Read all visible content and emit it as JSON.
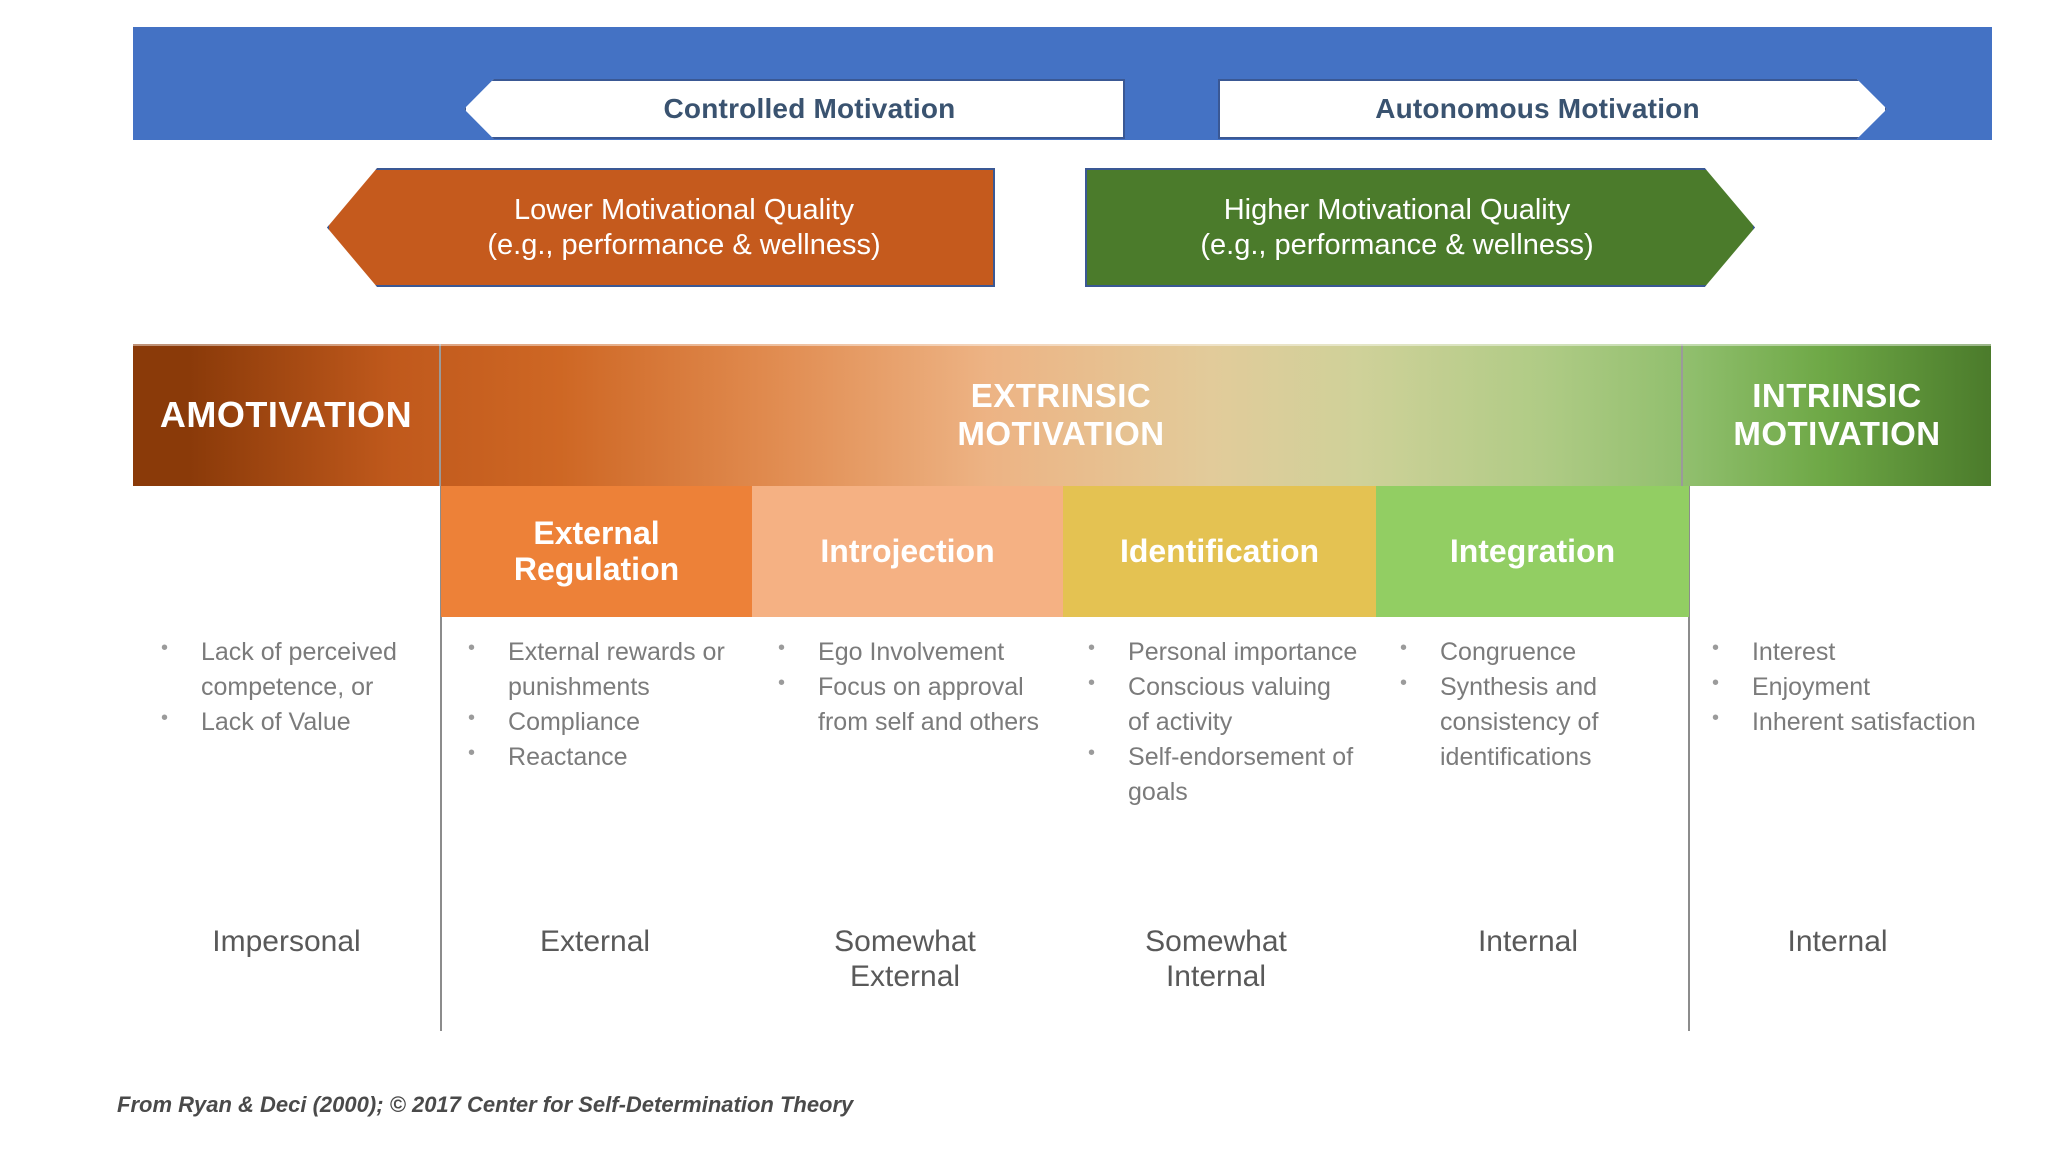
{
  "banner": {
    "background_color": "#4472C4",
    "left_chevron": {
      "label": "Controlled Motivation",
      "direction": "left"
    },
    "right_chevron": {
      "label": "Autonomous Motivation",
      "direction": "right"
    }
  },
  "quality": {
    "lower": {
      "line1": "Lower Motivational Quality",
      "line2": "(e.g., performance & wellness)",
      "color": "#C55A1D",
      "direction": "left"
    },
    "higher": {
      "line1": "Higher Motivational Quality",
      "line2": "(e.g., performance & wellness)",
      "color": "#4B7B2B",
      "direction": "right"
    }
  },
  "continuum": {
    "amotivation": "AMOTIVATION",
    "extrinsic_line1": "EXTRINSIC",
    "extrinsic_line2": "MOTIVATION",
    "intrinsic_line1": "INTRINSIC",
    "intrinsic_line2": "MOTIVATION",
    "gradient_start": "#8A3A09",
    "gradient_end": "#4B7B2B"
  },
  "regulations": [
    {
      "name_line1": "External",
      "name_line2": "Regulation",
      "color": "#ED8138"
    },
    {
      "name_line1": "Introjection",
      "name_line2": "",
      "color": "#F5B183"
    },
    {
      "name_line1": "Identification",
      "name_line2": "",
      "color": "#E4C252"
    },
    {
      "name_line1": "Integration",
      "name_line2": "",
      "color": "#92CE63"
    }
  ],
  "columns": [
    {
      "key": "amotivation",
      "bullets": [
        "Lack of perceived competence, or",
        "Lack of Value"
      ],
      "locus": "Impersonal"
    },
    {
      "key": "external-regulation",
      "bullets": [
        "External rewards or punishments",
        "Compliance",
        "Reactance"
      ],
      "locus": "External"
    },
    {
      "key": "introjection",
      "bullets": [
        "Ego Involvement",
        "Focus on approval from self and others"
      ],
      "locus_line1": "Somewhat",
      "locus_line2": "External"
    },
    {
      "key": "identification",
      "bullets": [
        "Personal importance",
        "Conscious valuing of activity",
        "Self-endorsement of goals"
      ],
      "locus_line1": "Somewhat",
      "locus_line2": "Internal"
    },
    {
      "key": "integration",
      "bullets": [
        "Congruence",
        "Synthesis and consistency of identifications"
      ],
      "locus": "Internal"
    },
    {
      "key": "intrinsic-motivation",
      "bullets": [
        "Interest",
        "Enjoyment",
        "Inherent satisfaction"
      ],
      "locus": "Internal"
    }
  ],
  "footer": {
    "attribution": "From Ryan & Deci (2000);  © 2017 Center for Self-Determination Theory"
  }
}
